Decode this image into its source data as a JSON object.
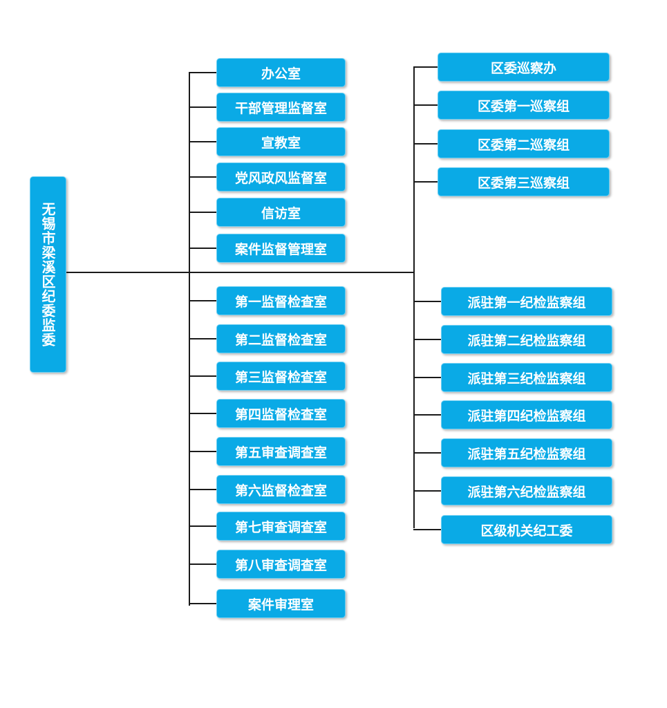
{
  "root": {
    "label": "无锡市梁溪区纪委监委"
  },
  "departments": [
    "办公室",
    "干部管理监督室",
    "宣教室",
    "党风政风监督室",
    "信访室",
    "案件监督管理室",
    "第一监督检查室",
    "第二监督检查室",
    "第三监督检查室",
    "第四监督检查室",
    "第五审查调查室",
    "第六监督检查室",
    "第七审查调查室",
    "第八审查调查室",
    "案件审理室"
  ],
  "inspection": [
    "区委巡察办",
    "区委第一巡察组",
    "区委第二巡察组",
    "区委第三巡察组"
  ],
  "stationed": [
    "派驻第一纪检监察组",
    "派驻第二纪检监察组",
    "派驻第三纪检监察组",
    "派驻第四纪检监察组",
    "派驻第五纪检监察组",
    "派驻第六纪检监察组",
    "区级机关纪工委"
  ],
  "colors": {
    "box": "#0aaae6",
    "line": "#1a1a1a",
    "text": "#ffffff"
  }
}
